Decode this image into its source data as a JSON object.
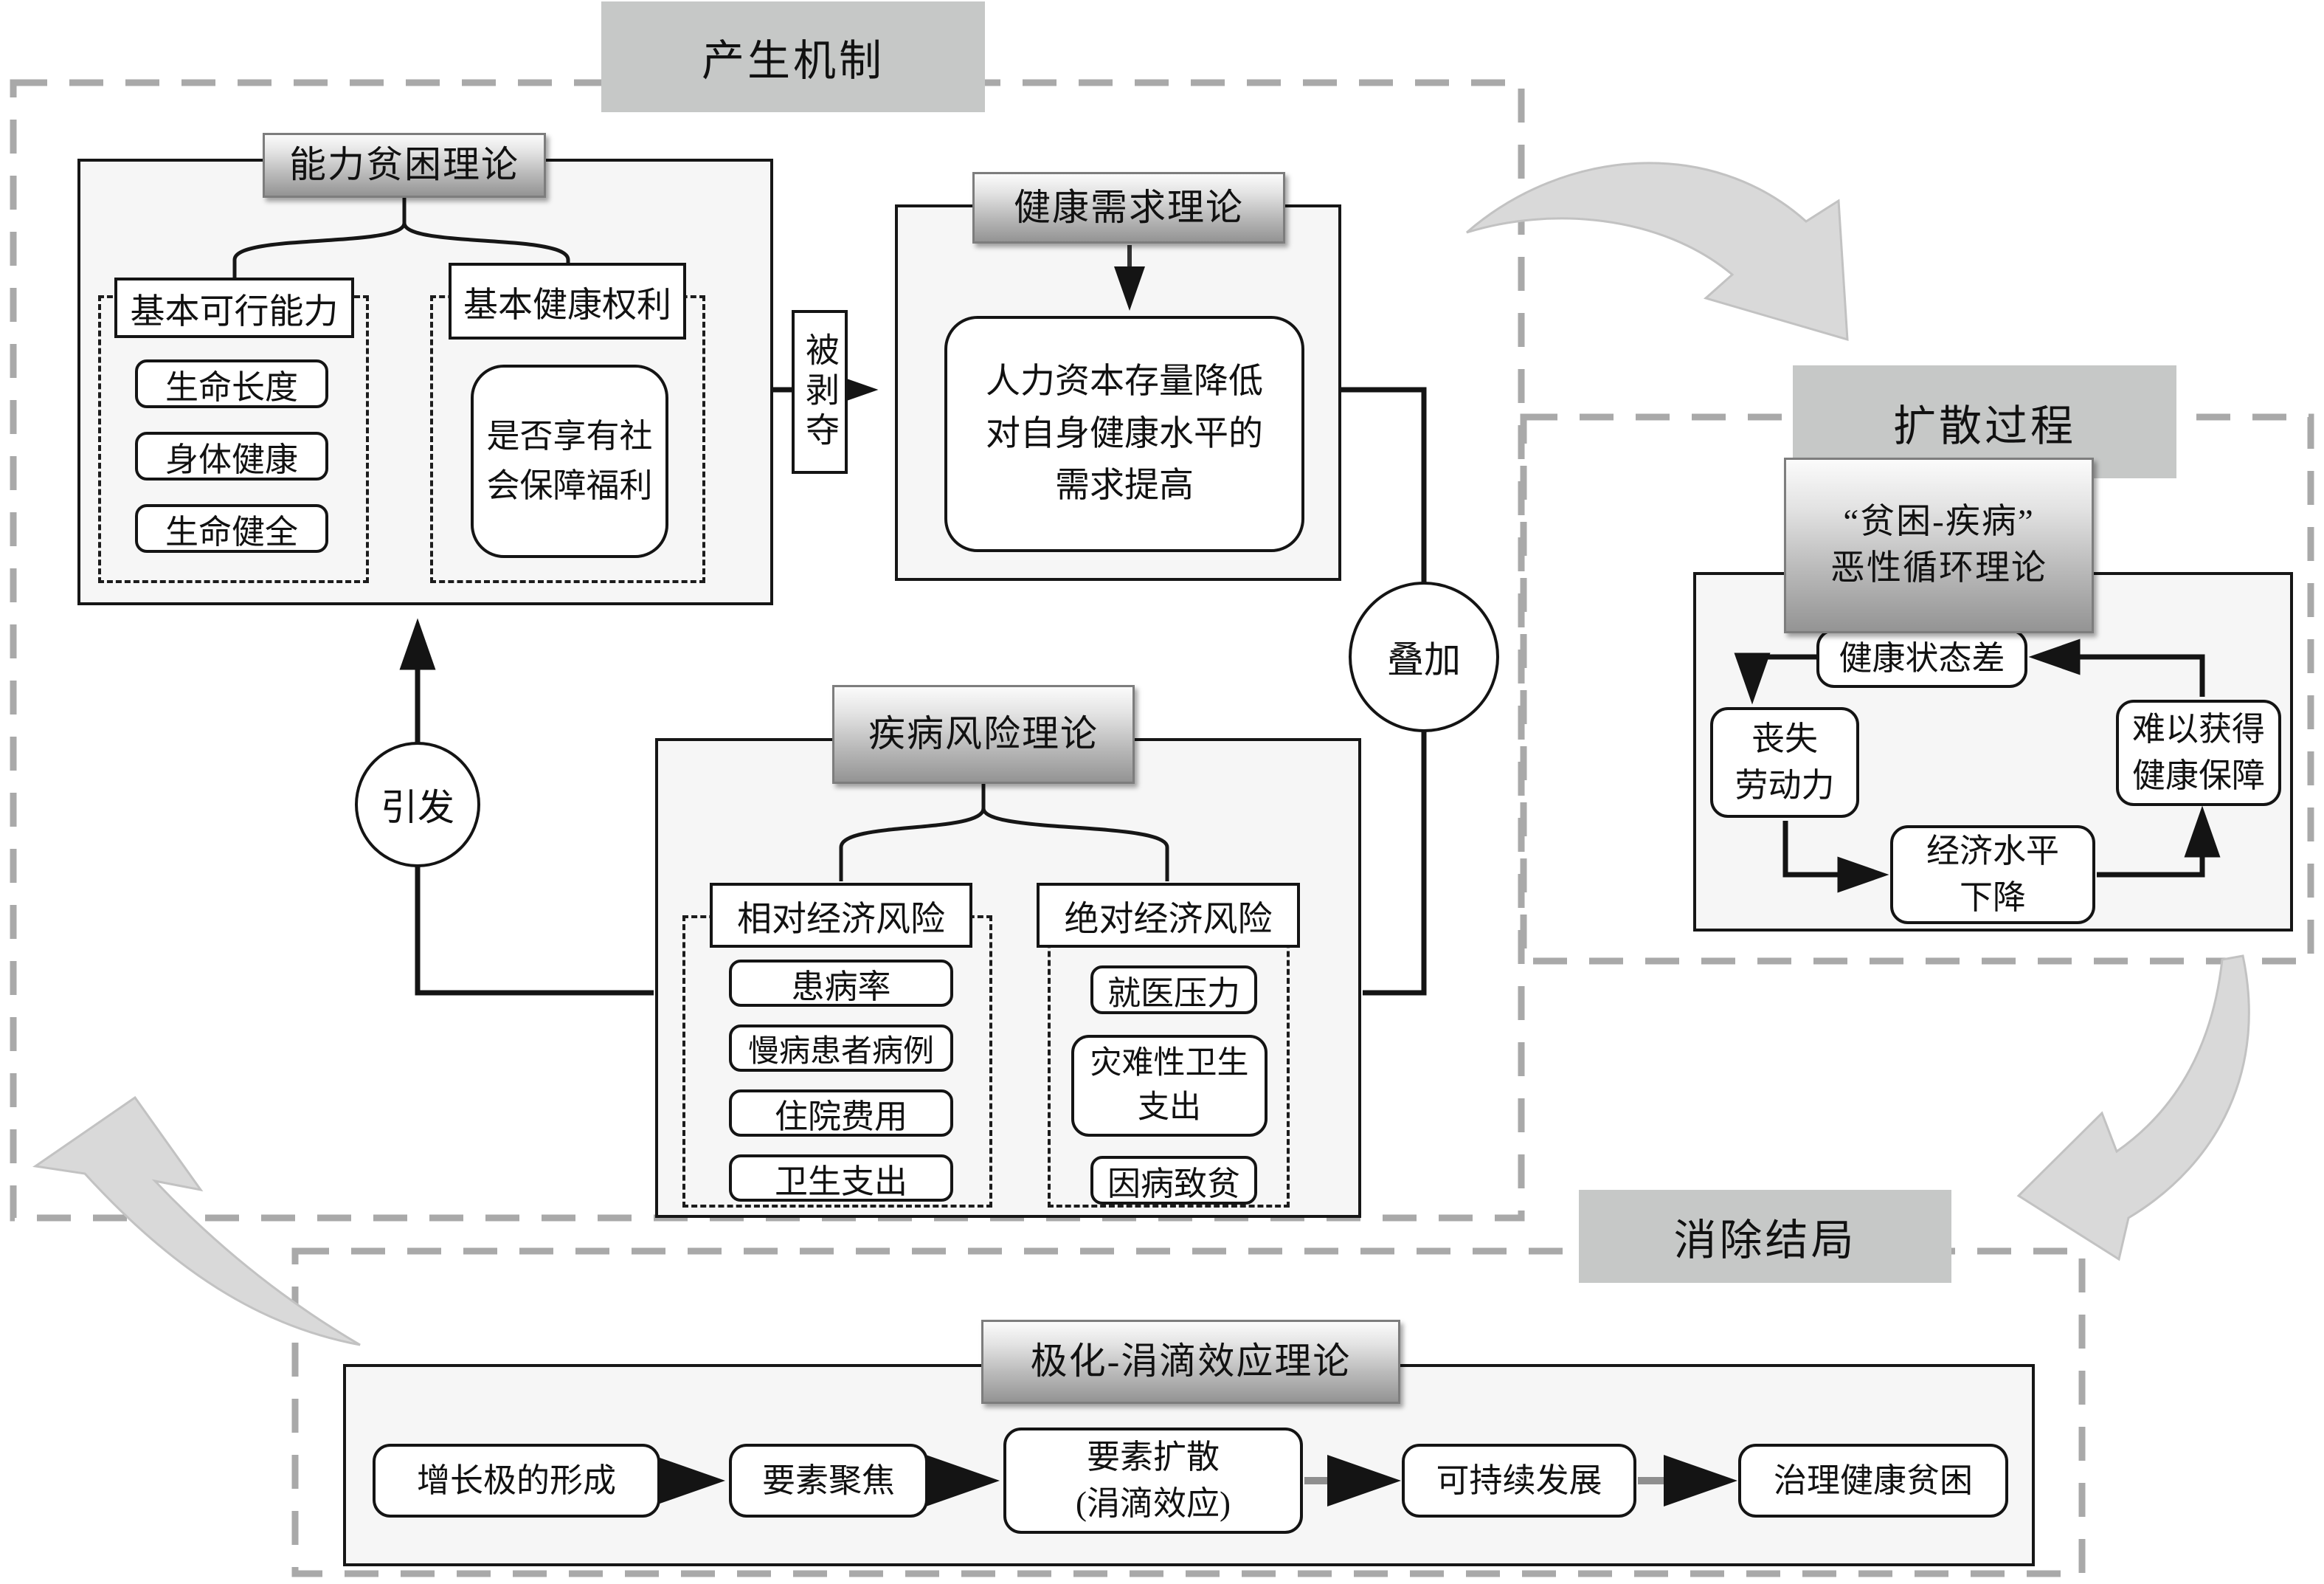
{
  "sections": {
    "generation": {
      "title": "产生机制"
    },
    "diffusion": {
      "title": "扩散过程"
    },
    "elimination": {
      "title": "消除结局"
    }
  },
  "capability": {
    "title": "能力贫困理论",
    "left": {
      "header": "基本可行能力",
      "items": [
        "生命长度",
        "身体健康",
        "生命健全"
      ]
    },
    "right": {
      "header": "基本健康权利",
      "box_line1": "是否享有社",
      "box_line2": "会保障福利"
    }
  },
  "connectors": {
    "deprived": "被剥夺",
    "trigger": "引发",
    "overlay": "叠加"
  },
  "health_demand": {
    "title": "健康需求理论",
    "box_line1": "人力资本存量降低",
    "box_line2": "对自身健康水平的",
    "box_line3": "需求提高"
  },
  "disease_risk": {
    "title": "疾病风险理论",
    "left": {
      "header": "相对经济风险",
      "items": [
        "患病率",
        "慢病患者病例",
        "住院费用",
        "卫生支出"
      ]
    },
    "right": {
      "header": "绝对经济风险",
      "item1": "就医压力",
      "item2_line1": "灾难性卫生",
      "item2_line2": "支出",
      "item3": "因病致贫"
    }
  },
  "vicious_cycle": {
    "title_line1": "“贫困-疾病”",
    "title_line2": "恶性循环理论",
    "node_top": "健康状态差",
    "node_left_line1": "丧失",
    "node_left_line2": "劳动力",
    "node_bottom_line1": "经济水平",
    "node_bottom_line2": "下降",
    "node_right_line1": "难以获得",
    "node_right_line2": "健康保障"
  },
  "polarization": {
    "title": "极化-涓滴效应理论",
    "step1": "增长极的形成",
    "step2": "要素聚焦",
    "step3_line1": "要素扩散",
    "step3_line2": "(涓滴效应)",
    "step4": "可持续发展",
    "step5": "治理健康贫困"
  },
  "colors": {
    "section_title_bg": "#c6c8c7",
    "gradient_top": "#fbfbfb",
    "gradient_bottom": "#949494",
    "container_bg": "#f6f6f6",
    "line_black": "#161616",
    "dash_gray": "#a9a9a9",
    "big_arrow_fill": "#d9d9d9"
  }
}
